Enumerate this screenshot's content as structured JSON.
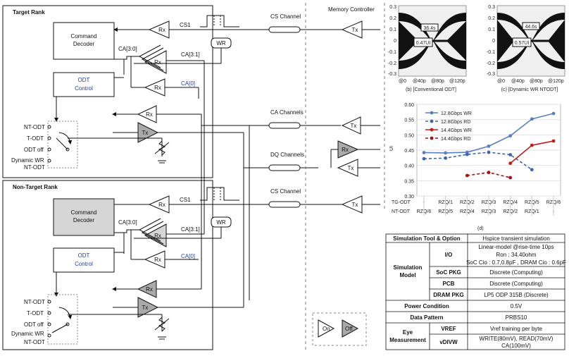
{
  "ranks": {
    "target": {
      "title": "Target Rank",
      "command_decoder": [
        "Command",
        "Decoder"
      ],
      "odt_control": [
        "ODT",
        "Control"
      ],
      "labels": {
        "cs1": "CS1",
        "ca30": "CA[3:0]",
        "ca31": "CA[3:1]",
        "ca0": "CA[0]",
        "wr": "WR"
      },
      "switch_labels": [
        "NT-ODT",
        "T-ODT",
        "ODT off",
        "Dynamic WR",
        "NT-ODT"
      ]
    },
    "non_target": {
      "title": "Non-Target Rank",
      "command_decoder": [
        "Command",
        "Decoder"
      ],
      "odt_control": [
        "ODT",
        "Control"
      ],
      "labels": {
        "cs1": "CS1",
        "ca30": "CA[3:0]",
        "ca31": "CA[3:1]",
        "ca0": "CA[0]",
        "wr": "WR"
      },
      "switch_labels": [
        "NT-ODT",
        "T-ODT",
        "ODT off",
        "Dynamic WR",
        "NT-ODT"
      ]
    }
  },
  "buffers": {
    "rx": "Rx",
    "tx": "Tx"
  },
  "memory_controller": "Memory Controller",
  "channels": {
    "cs": "CS Channel",
    "ca": "CA Channels",
    "dq": "DQ Channels",
    "cs2": "CS Channel"
  },
  "legend": {
    "on": "On",
    "off": "Off"
  },
  "eyes": [
    {
      "caption": "(b) [Conventional ODT]",
      "width_label": "0.47UI",
      "height_label": "36.4s",
      "y_ticks": [
        "0.3",
        "0.2",
        "0.1",
        "0",
        "-0.1",
        "-0.2",
        "-0.3"
      ],
      "x_ticks": [
        "@0",
        "@40p",
        "@80p",
        "@120p"
      ]
    },
    {
      "caption": "(c) [Dynamic WR NTODT]",
      "width_label": "0.57UI",
      "height_label": "44.6s",
      "y_ticks": [
        "0.3",
        "0.2",
        "0.1",
        "0",
        "-0.1",
        "-0.2",
        "-0.3"
      ],
      "x_ticks": [
        "@0",
        "@40p",
        "@80p",
        "@120p"
      ]
    }
  ],
  "chart_data": {
    "type": "line",
    "ylabel": "UI",
    "ylim": [
      0.3,
      0.6
    ],
    "y_ticks": [
      0.3,
      0.35,
      0.4,
      0.45,
      0.5,
      0.55,
      0.6
    ],
    "row1_label": "TG-ODT",
    "row2_label": "NT-ODT",
    "tg_odt": [
      "-",
      "RZQ/1",
      "RZQ/2",
      "RZQ/3",
      "RZQ/4",
      "RZQ/5",
      "RZQ/6"
    ],
    "nt_odt": [
      "RZQ/6",
      "RZQ/5",
      "RZQ/4",
      "RZQ/3",
      "RZQ/2",
      "RZQ/1",
      "-"
    ],
    "series": [
      {
        "name": "12.8Gbps WR",
        "color": "#5b7fc4",
        "dashed": false,
        "values": [
          0.442,
          0.441,
          0.443,
          0.463,
          0.497,
          0.552,
          0.57
        ]
      },
      {
        "name": "12.8Gbps RD",
        "color": "#3e64ad",
        "dashed": true,
        "values": [
          0.422,
          0.424,
          0.436,
          0.443,
          0.435,
          0.386,
          null
        ]
      },
      {
        "name": "14.4Gbps WR",
        "color": "#c41a1a",
        "dashed": false,
        "values": [
          null,
          null,
          null,
          null,
          0.407,
          0.466,
          0.48
        ]
      },
      {
        "name": "14.4Gbps RD",
        "color": "#a80f0f",
        "dashed": true,
        "values": [
          null,
          null,
          0.367,
          0.377,
          0.36,
          null,
          null
        ]
      }
    ],
    "caption": "(d)"
  },
  "table": {
    "header": [
      "Simulation Tool & Option",
      "Hspice transient simulation"
    ],
    "model_label": [
      "Simulation",
      "Model"
    ],
    "io_label": "I/O",
    "io_lines": [
      "Linear-model @rise-time 10ps",
      "Ron : 34,40ohm",
      "SoC Cio : 0.7,0.8pF , DRAM Cio : 0.6pF"
    ],
    "soc_pkg": [
      "SoC PKG",
      "Discrete (Computing)"
    ],
    "pcb": [
      "PCB",
      "Discrete (Computing)"
    ],
    "dram_pkg": [
      "DRAM PKG",
      "LP5 ODP 315B (Discrete)"
    ],
    "power": [
      "Power Condition",
      "0.5V"
    ],
    "pattern": [
      "Data Pattern",
      "PRBS10"
    ],
    "eye_label": [
      "Eye",
      "Measurement"
    ],
    "vref": [
      "VREF",
      "Vref training per byte"
    ],
    "vdiw_label": "vDIVW",
    "vdiw_lines": [
      "WRITE(80mV), READ(70mV)",
      "CA(100mV)"
    ]
  }
}
